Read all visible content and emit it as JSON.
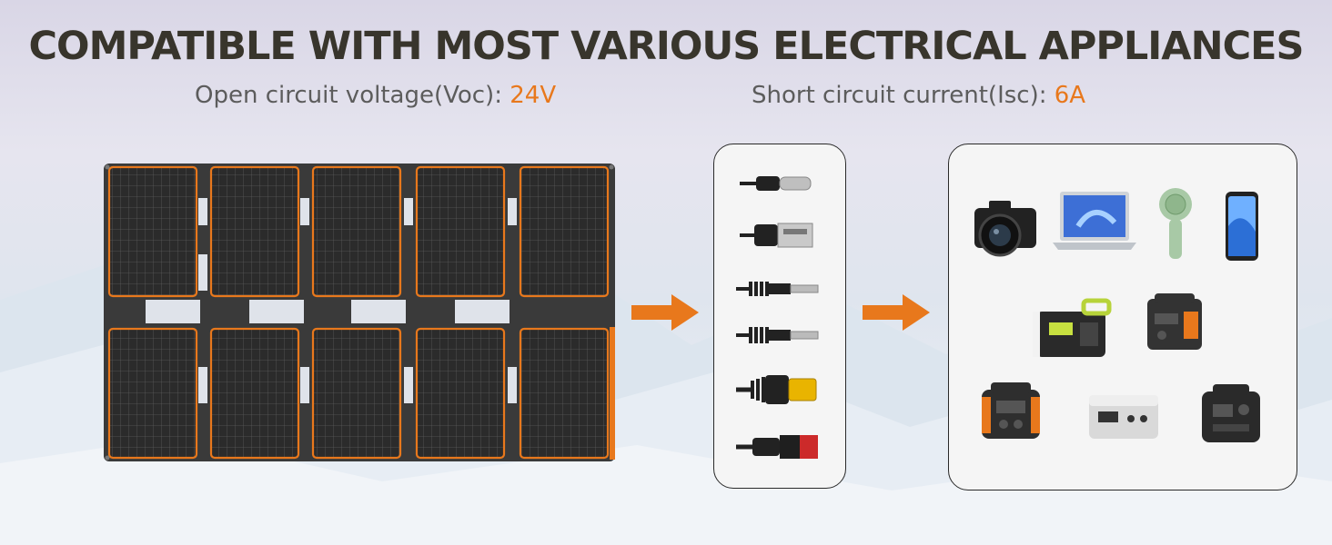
{
  "headline": "COMPATIBLE WITH MOST VARIOUS ELECTRICAL APPLIANCES",
  "specs": {
    "voc_label": "Open circuit voltage(Voc): ",
    "voc_value": "24V",
    "isc_label": "Short circuit current(Isc): ",
    "isc_value": "6A"
  },
  "colors": {
    "accent": "#e8781c",
    "headline": "#38352c",
    "panel_cell": "#2b2b2b",
    "panel_frame": "#333333"
  },
  "icons": {
    "cables": [
      "usb-c-cable-icon",
      "usb-a-cable-icon",
      "dc-barrel-cable-icon",
      "dc-barrel-cable-2-icon",
      "xt60-cable-icon",
      "anderson-cable-icon"
    ],
    "devices": [
      "camera-icon",
      "laptop-icon",
      "handheld-fan-icon",
      "smartphone-icon",
      "power-station-1-icon",
      "power-station-2-icon",
      "power-station-3-icon",
      "power-station-4-icon",
      "power-station-5-icon"
    ]
  }
}
